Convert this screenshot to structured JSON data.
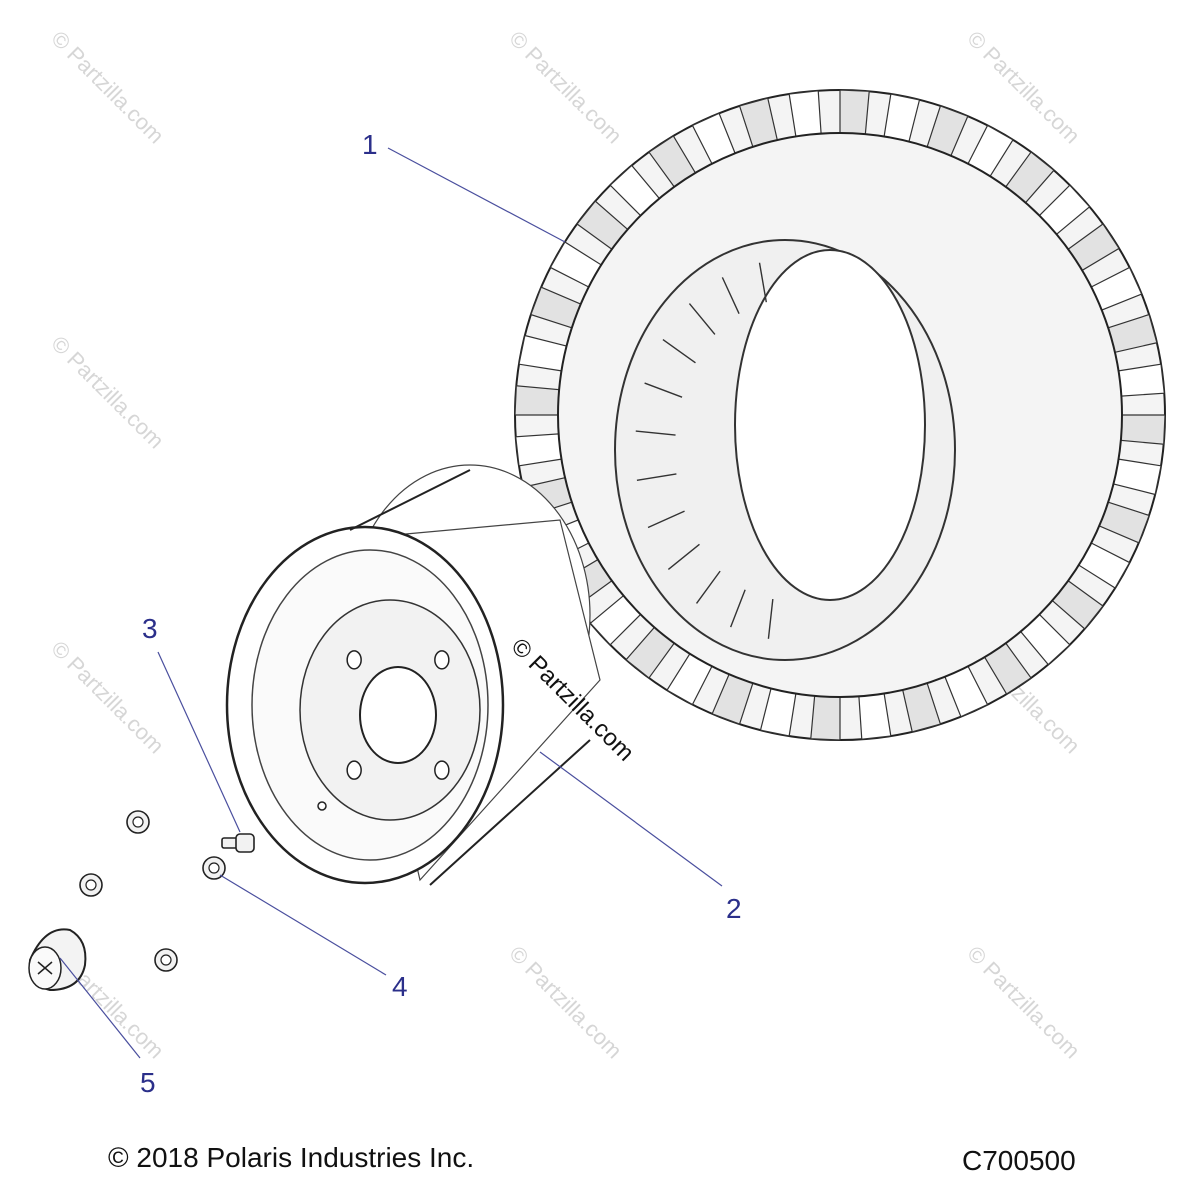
{
  "callouts": [
    {
      "id": "1",
      "label": "1"
    },
    {
      "id": "2",
      "label": "2"
    },
    {
      "id": "3",
      "label": "3"
    },
    {
      "id": "4",
      "label": "4"
    },
    {
      "id": "5",
      "label": "5"
    }
  ],
  "watermark": {
    "text": "© Partzilla.com"
  },
  "footer": {
    "copyright": "© 2018 Polaris Industries Inc.",
    "drawing_id": "C700500"
  }
}
